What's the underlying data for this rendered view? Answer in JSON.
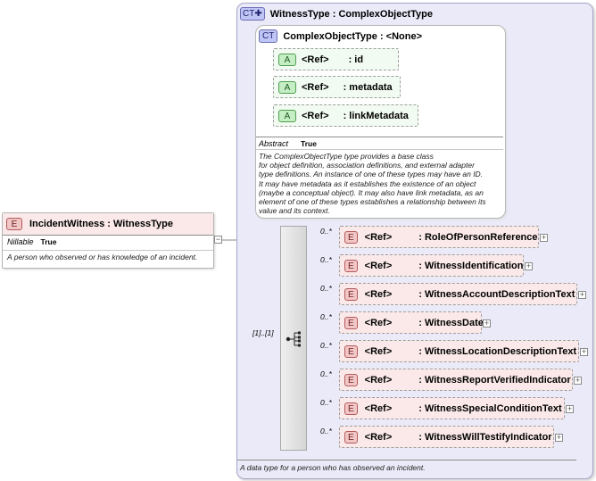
{
  "root": {
    "badge": "E",
    "title": "IncidentWitness : WitnessType",
    "prop_label": "Nillable",
    "prop_value": "True",
    "doc": "A person who observed or has knowledge of an incident.",
    "toggle": "−"
  },
  "outer": {
    "badge": "CT",
    "badge_icon": "plus-glyph",
    "title": "WitnessType : ComplexObjectType",
    "doc": "A data type for a person who has observed an incident."
  },
  "inner": {
    "badge": "CT",
    "title": "ComplexObjectType : <None>",
    "attributes": [
      {
        "badge": "A",
        "ref": "<Ref>",
        "name": ": id"
      },
      {
        "badge": "A",
        "ref": "<Ref>",
        "name": ": metadata"
      },
      {
        "badge": "A",
        "ref": "<Ref>",
        "name": ": linkMetadata"
      }
    ],
    "prop_label": "Abstract",
    "prop_value": "True",
    "doc_lines": [
      "The ComplexObjectType type provides a base class",
      "for object definition, association definitions, and external adapter",
      "type definitions. An instance of one of these types may have an ID.",
      "It may have metadata as it establishes the existence of an object",
      "(maybe a conceptual object). It may also have link metadata, as an",
      "element of one of these types establishes a relationship between its",
      "value and its context."
    ]
  },
  "sequence": {
    "cardinality": "[1]..[1]",
    "icon": "sequence-icon",
    "elements": [
      {
        "card": "0..*",
        "badge": "E",
        "ref": "<Ref>",
        "name": ": RoleOfPersonReference",
        "plus": "+"
      },
      {
        "card": "0..*",
        "badge": "E",
        "ref": "<Ref>",
        "name": ": WitnessIdentification",
        "plus": "+"
      },
      {
        "card": "0..*",
        "badge": "E",
        "ref": "<Ref>",
        "name": ": WitnessAccountDescriptionText",
        "plus": "+"
      },
      {
        "card": "0..*",
        "badge": "E",
        "ref": "<Ref>",
        "name": ": WitnessDate",
        "plus": "+"
      },
      {
        "card": "0..*",
        "badge": "E",
        "ref": "<Ref>",
        "name": ": WitnessLocationDescriptionText",
        "plus": "+"
      },
      {
        "card": "0..*",
        "badge": "E",
        "ref": "<Ref>",
        "name": ": WitnessReportVerifiedIndicator",
        "plus": "+"
      },
      {
        "card": "0..*",
        "badge": "E",
        "ref": "<Ref>",
        "name": ": WitnessSpecialConditionText",
        "plus": "+"
      },
      {
        "card": "0..*",
        "badge": "E",
        "ref": "<Ref>",
        "name": ": WitnessWillTestifyIndicator",
        "plus": "+"
      }
    ]
  },
  "colors": {
    "ct_background": "#eaeaf8",
    "element_fill": "#fbe9e9",
    "attribute_fill": "#f2fbf2"
  }
}
